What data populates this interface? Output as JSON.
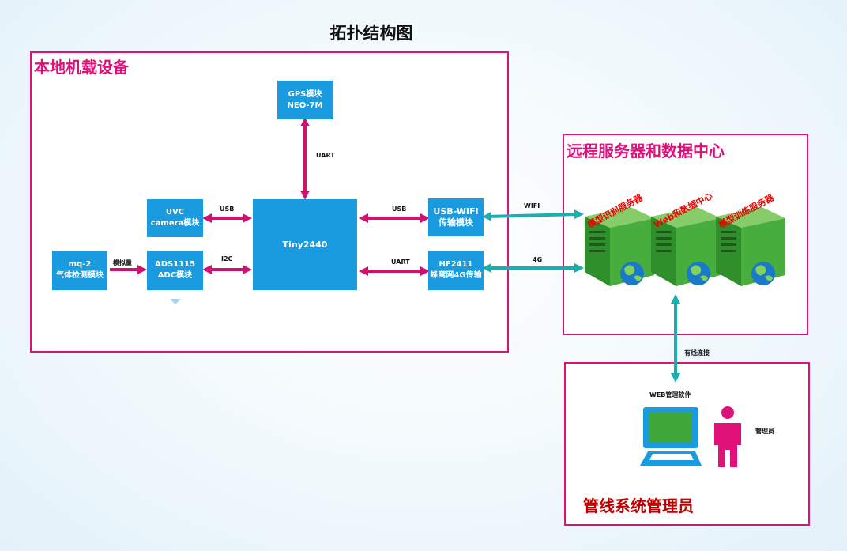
{
  "title": "拓扑结构图",
  "colors": {
    "frame_border": "#e0107a",
    "module_fill": "#1a9be0",
    "arrow_local": "#d0126e",
    "arrow_remote": "#19aeb0",
    "server_green": "#3faa35",
    "monitor_blue": "#1a9be0",
    "person_pink": "#e0127a"
  },
  "local": {
    "title": "本地机载设备",
    "modules": {
      "gps": {
        "line1": "GPS模块",
        "line2": "NEO-7M"
      },
      "uvc": {
        "line1": "UVC",
        "line2": "camera模块"
      },
      "tiny": {
        "line1": "Tiny2440"
      },
      "usbwifi": {
        "line1": "USB-WIFI",
        "line2": "传输模块"
      },
      "mq2": {
        "line1": "mq-2",
        "line2": "气体检测模块"
      },
      "ads": {
        "line1": "ADS1115",
        "line2": "ADC模块"
      },
      "hf": {
        "line1": "HF2411",
        "line2": "蜂窝网4G传输"
      }
    },
    "links": {
      "uart_gps": "UART",
      "usb_uvc": "USB",
      "i2c": "I2C",
      "usb_wifi": "USB",
      "uart_hf": "UART",
      "analog": "模拟量"
    }
  },
  "remote": {
    "title": "远程服务器和数据中心",
    "servers": [
      "模型识别服务器",
      "Web和数据中心",
      "模型训练服务器"
    ],
    "links": {
      "wifi": "WIFI",
      "g4": "4G"
    }
  },
  "admin": {
    "title": "管线系统管理员",
    "software": "WEB管理软件",
    "person": "管理员",
    "link": "有线连接"
  }
}
